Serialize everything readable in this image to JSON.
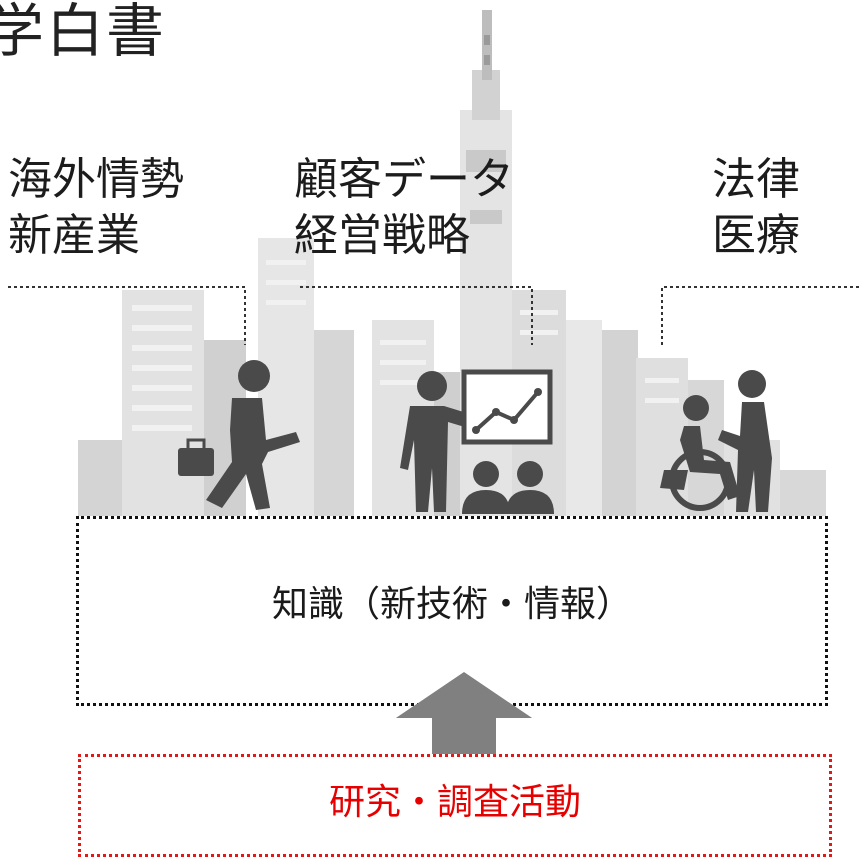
{
  "title": "学白書",
  "labels": {
    "left": [
      "海外情勢",
      "新産業"
    ],
    "middle": [
      "顧客データ",
      "経営戦略"
    ],
    "right": [
      "法律",
      "医療"
    ]
  },
  "knowledge_box": {
    "text": "知識（新技術・情報）"
  },
  "research_box": {
    "text": "研究・調査活動"
  },
  "icons": {
    "left": "walking-businessman-icon",
    "middle": "presenter-with-chart-icon",
    "right": "wheelchair-caregiver-icon",
    "arrow": "up-arrow-icon"
  },
  "colors": {
    "text": "#1c1c1c",
    "icon": "#4a4a4a",
    "buildings": "#d9d9d9",
    "arrow": "#808080",
    "research_border": "#e11919",
    "research_text": "#e60000"
  }
}
